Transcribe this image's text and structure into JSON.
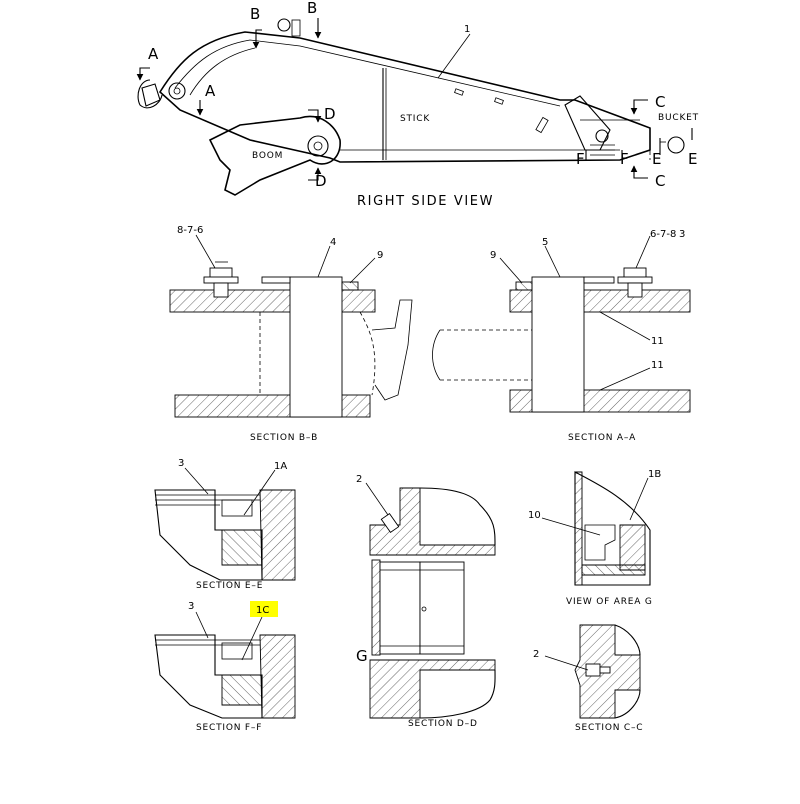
{
  "main_view": {
    "title": "RIGHT SIDE VIEW",
    "stick_label": "STICK",
    "boom_label": "BOOM",
    "bucket_label": "BUCKET",
    "callout_1": "1",
    "section_letters": {
      "a1": "A",
      "a2": "A",
      "b1": "B",
      "b2": "B",
      "c1": "C",
      "c2": "C",
      "d1": "D",
      "d2": "D",
      "e1": "E",
      "e2": "E",
      "f1": "F",
      "f2": "F"
    }
  },
  "section_bb": {
    "title": "SECTION B–B",
    "callouts": {
      "bolt": "8-7-6",
      "pin": "4",
      "shim": "9"
    }
  },
  "section_aa": {
    "title": "SECTION A–A",
    "callouts": {
      "shim": "9",
      "pin": "5",
      "bolt": "6-7-8",
      "extra": "3",
      "bush_upper": "11",
      "bush_lower": "11"
    }
  },
  "section_ee": {
    "title": "SECTION E–E",
    "callouts": {
      "part": "3",
      "seal": "1A"
    }
  },
  "section_ff": {
    "title": "SECTION F–F",
    "callouts": {
      "part": "3",
      "seal": "1C"
    },
    "highlight_color": "#ffff00"
  },
  "section_dd": {
    "title": "SECTION D–D",
    "callouts": {
      "fitting": "2"
    },
    "view_letter": "G"
  },
  "view_g": {
    "title": "VIEW OF AREA G",
    "callouts": {
      "part": "10",
      "seal": "1B"
    }
  },
  "section_cc": {
    "title": "SECTION C–C",
    "callouts": {
      "fitting": "2"
    }
  }
}
